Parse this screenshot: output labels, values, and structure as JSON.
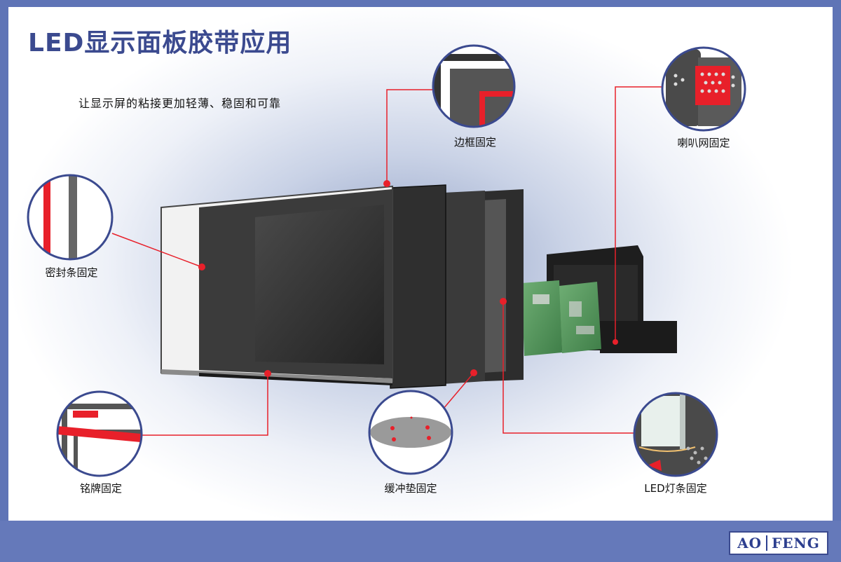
{
  "title": "LED显示面板胶带应用",
  "subtitle": "让显示屏的粘接更加轻薄、稳固和可靠",
  "callouts": {
    "frame": "边框固定",
    "speaker": "喇叭网固定",
    "seal": "密封条固定",
    "nameplate": "铭牌固定",
    "cushion": "缓冲垫固定",
    "ledstrip": "LED灯条固定"
  },
  "logo": {
    "left": "AO",
    "right": "FENG"
  },
  "colors": {
    "background_frame": "#5f74b6",
    "title": "#3b4a8f",
    "callout_line": "#e8202a",
    "circle_border": "#3b4a8f"
  }
}
